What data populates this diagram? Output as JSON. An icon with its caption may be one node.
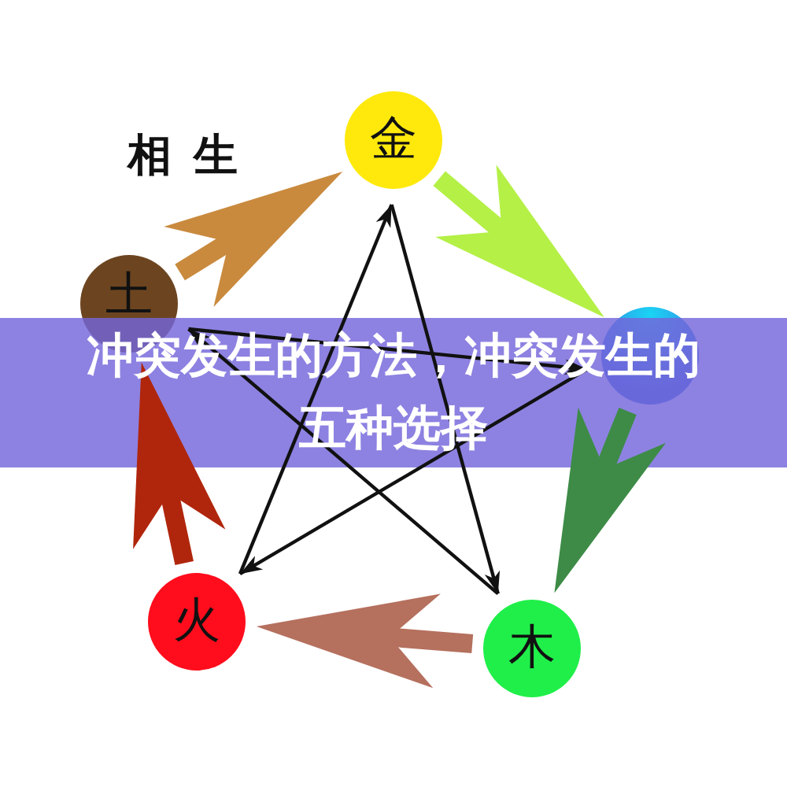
{
  "diagram": {
    "title": "冲突发生的方法，冲突发生的五种选择",
    "nodes": [
      {
        "text": [
          "金"
        ]
      },
      {
        "text": [
          "土"
        ]
      },
      {
        "text": [],
        "shape": "circle"
      },
      {
        "text": [
          "火"
        ]
      },
      {
        "text": [
          "木"
        ]
      }
    ],
    "edges": [
      {
        "from": 1,
        "to": 0,
        "arrow": "to",
        "style": "thick",
        "color": "#c98a3e"
      },
      {
        "from": 0,
        "to": 2,
        "arrow": "to",
        "style": "thick",
        "color": "#b4f046"
      },
      {
        "from": 2,
        "to": 4,
        "arrow": "to",
        "style": "thick",
        "color": "#3d8b47"
      },
      {
        "from": 4,
        "to": 3,
        "arrow": "to",
        "style": "thick",
        "color": "#b5705e"
      },
      {
        "from": 3,
        "to": 1,
        "arrow": "to",
        "style": "thick",
        "color": "#b0260c"
      },
      {
        "from": 3,
        "to": 0,
        "arrow": "to"
      },
      {
        "from": 0,
        "to": 4,
        "arrow": "to"
      },
      {
        "from": 4,
        "to": 1,
        "arrow": "to"
      },
      {
        "from": 1,
        "to": 2,
        "arrow": "to"
      },
      {
        "from": 2,
        "to": 3,
        "arrow": "to"
      }
    ],
    "labels": [
      "相生"
    ]
  }
}
